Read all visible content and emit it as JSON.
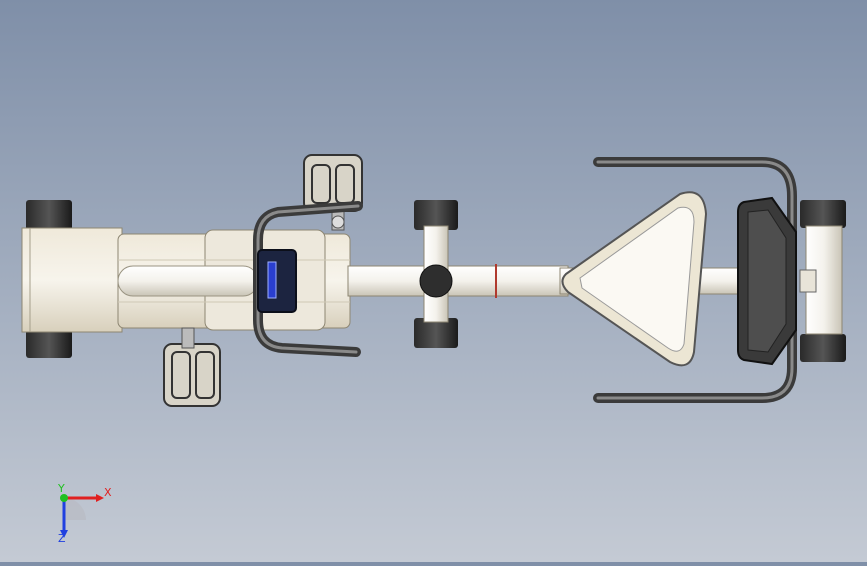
{
  "viewport": {
    "background_top": "#7f8fa8",
    "background_bottom": "#c4cad4"
  },
  "model": {
    "frame_color": "#f2f0ea",
    "frame_shade": "#d9d3c2",
    "tire_color": "#1c1c1c",
    "tube_color": "#4a4a4a",
    "console_screen_color": "#1f2a44",
    "console_accent": "#2a3fd0"
  },
  "triad": {
    "x_label": "X",
    "y_label": "Y",
    "z_label": "Z",
    "x_color": "#e02020",
    "y_color": "#20c020",
    "z_color": "#2040e0"
  }
}
